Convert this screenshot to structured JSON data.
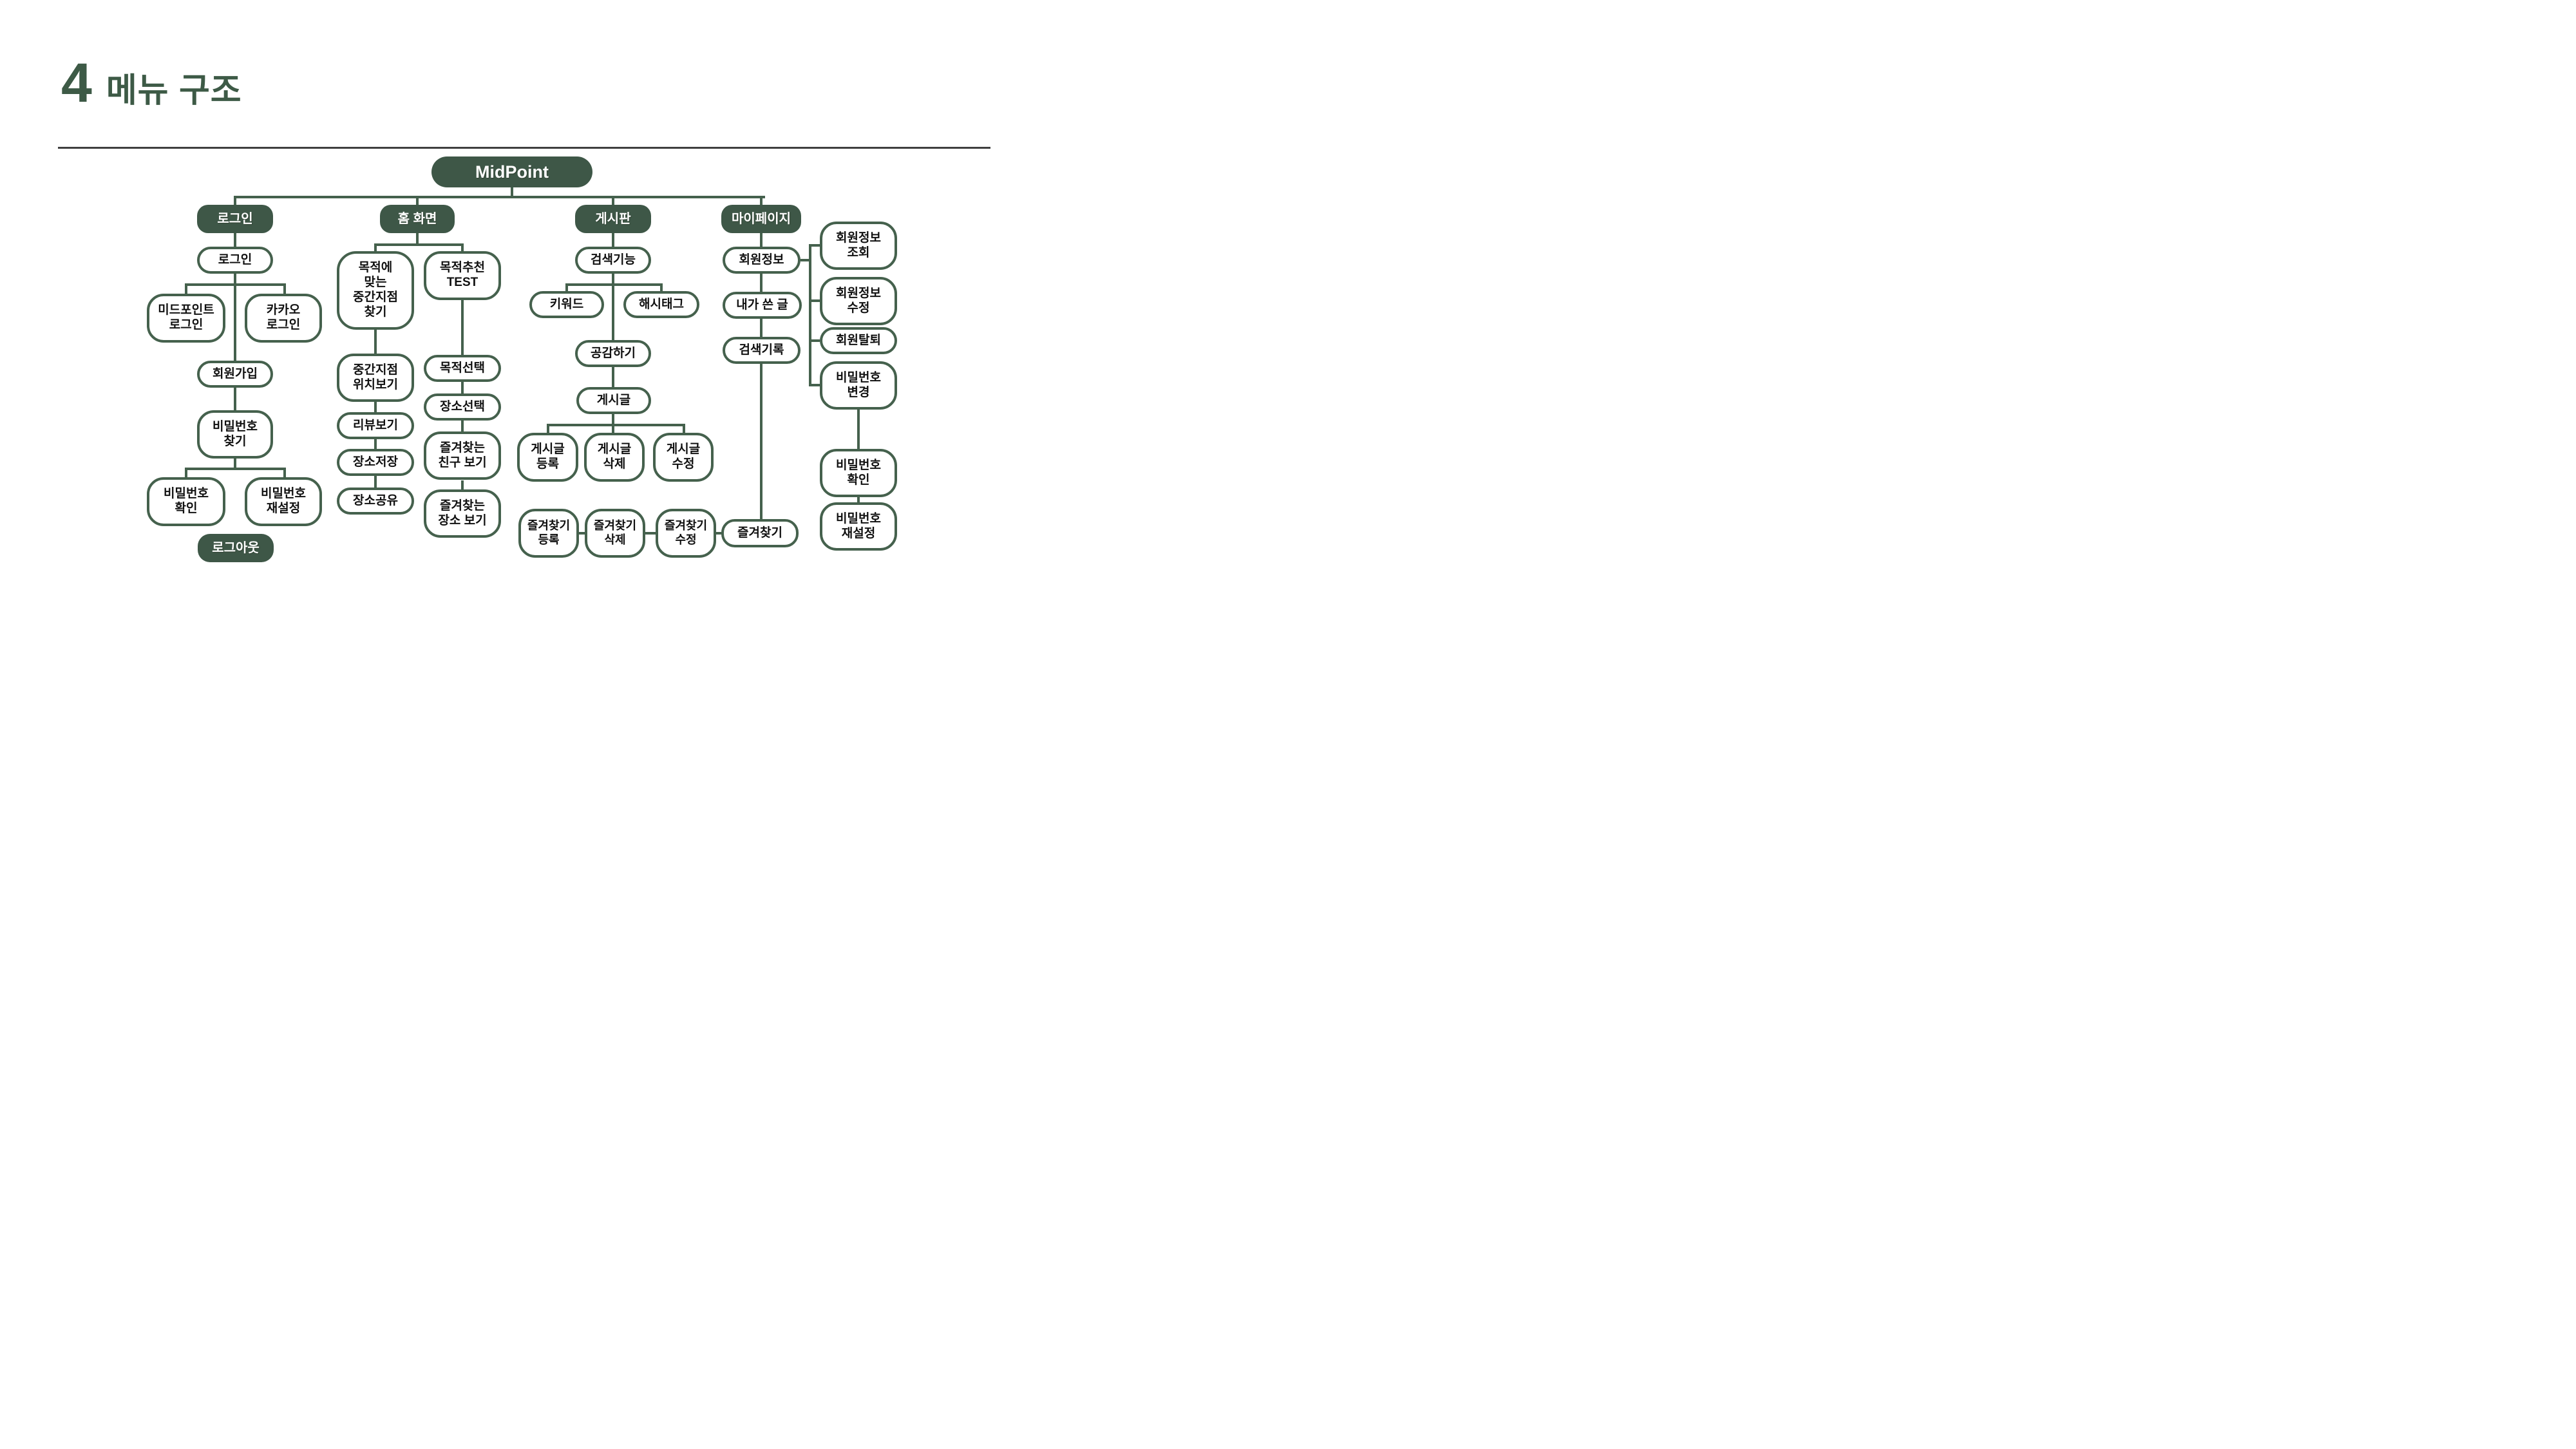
{
  "title": {
    "number": "4",
    "label": "메뉴 구조"
  },
  "colors": {
    "green": "#3e5747",
    "border": "#45614d",
    "title_green": "#3d5a46",
    "divider": "#3f3f3f"
  },
  "nodes": {
    "root": {
      "label": "MidPoint",
      "variant": "filled"
    },
    "login-header": {
      "label": "로그인",
      "variant": "filled"
    },
    "login": {
      "label": "로그인",
      "variant": "outline"
    },
    "midpoint-login": {
      "label": "미드포인트\n로그인",
      "variant": "outline"
    },
    "kakao-login": {
      "label": "카카오\n로그인",
      "variant": "outline"
    },
    "signup": {
      "label": "회원가입",
      "variant": "outline"
    },
    "pw-find": {
      "label": "비밀번호\n찾기",
      "variant": "outline"
    },
    "pw-confirm": {
      "label": "비밀번호\n확인",
      "variant": "outline"
    },
    "pw-reset": {
      "label": "비밀번호\n재설정",
      "variant": "outline"
    },
    "logout": {
      "label": "로그아웃",
      "variant": "filled"
    },
    "home-header": {
      "label": "홈 화면",
      "variant": "filled"
    },
    "purpose-midpoint-find": {
      "label": "목적에\n맞는\n중간지점\n찾기",
      "variant": "outline"
    },
    "purpose-test": {
      "label": "목적추천\nTEST",
      "variant": "outline"
    },
    "midpoint-location-view": {
      "label": "중간지점\n위치보기",
      "variant": "outline"
    },
    "review-view": {
      "label": "리뷰보기",
      "variant": "outline"
    },
    "place-save": {
      "label": "장소저장",
      "variant": "outline"
    },
    "place-share": {
      "label": "장소공유",
      "variant": "outline"
    },
    "purpose-select": {
      "label": "목적선택",
      "variant": "outline"
    },
    "place-select": {
      "label": "장소선택",
      "variant": "outline"
    },
    "fav-friends-view": {
      "label": "즐겨찾는\n친구 보기",
      "variant": "outline"
    },
    "fav-places-view": {
      "label": "즐겨찾는\n장소 보기",
      "variant": "outline"
    },
    "board-header": {
      "label": "게시판",
      "variant": "filled"
    },
    "search-feature": {
      "label": "검색기능",
      "variant": "outline"
    },
    "keyword": {
      "label": "키워드",
      "variant": "outline"
    },
    "hashtag": {
      "label": "해시태그",
      "variant": "outline"
    },
    "sympathy": {
      "label": "공감하기",
      "variant": "outline"
    },
    "post": {
      "label": "게시글",
      "variant": "outline"
    },
    "post-create": {
      "label": "게시글\n등록",
      "variant": "outline"
    },
    "post-delete": {
      "label": "게시글\n삭제",
      "variant": "outline"
    },
    "post-edit": {
      "label": "게시글\n수정",
      "variant": "outline"
    },
    "fav-create": {
      "label": "즐겨찾기\n등록",
      "variant": "outline"
    },
    "fav-delete": {
      "label": "즐겨찾기\n삭제",
      "variant": "outline"
    },
    "fav-edit": {
      "label": "즐겨찾기\n수정",
      "variant": "outline"
    },
    "favorites": {
      "label": "즐겨찾기",
      "variant": "outline"
    },
    "mypage-header": {
      "label": "마이페이지",
      "variant": "filled"
    },
    "member-info": {
      "label": "회원정보",
      "variant": "outline"
    },
    "my-posts": {
      "label": "내가 쓴 글",
      "variant": "outline"
    },
    "search-history": {
      "label": "검색기록",
      "variant": "outline"
    },
    "member-info-view": {
      "label": "회원정보\n조회",
      "variant": "outline"
    },
    "member-info-edit": {
      "label": "회원정보\n수정",
      "variant": "outline"
    },
    "member-withdraw": {
      "label": "회원탈퇴",
      "variant": "outline"
    },
    "pw-change": {
      "label": "비밀번호\n변경",
      "variant": "outline"
    },
    "pw-confirm-2": {
      "label": "비밀번호\n확인",
      "variant": "outline"
    },
    "pw-reset-2": {
      "label": "비밀번호\n재설정",
      "variant": "outline"
    }
  }
}
